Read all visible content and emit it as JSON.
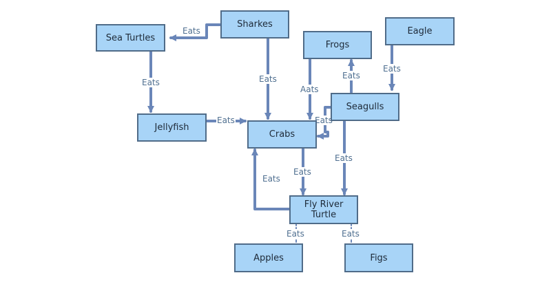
{
  "colors": {
    "node_fill": "#a8d4f7",
    "node_border": "#4f6b88",
    "edge": "#6a86b8",
    "label_text": "#4f6f90"
  },
  "nodes": {
    "sharkes": "Sharkes",
    "sea_turtles": "Sea Turtles",
    "frogs": "Frogs",
    "eagle": "Eagle",
    "seagulls": "Seagulls",
    "jellyfish": "Jellyfish",
    "crabs": "Crabs",
    "fly_river_turtle": "Fly River Turtle",
    "apples": "Apples",
    "figs": "Figs"
  },
  "edges": [
    {
      "from": "Sharkes",
      "to": "Sea Turtles",
      "label": "Eats"
    },
    {
      "from": "Sea Turtles",
      "to": "Jellyfish",
      "label": "Eats"
    },
    {
      "from": "Sharkes",
      "to": "Crabs",
      "label": "Eats"
    },
    {
      "from": "Frogs",
      "to": "Crabs",
      "label": "Aats"
    },
    {
      "from": "Seagulls",
      "to": "Frogs",
      "label": "Eats"
    },
    {
      "from": "Eagle",
      "to": "Seagulls",
      "label": "Eats"
    },
    {
      "from": "Jellyfish",
      "to": "Crabs",
      "label": "Eats"
    },
    {
      "from": "Seagulls",
      "to": "Crabs",
      "label": "Eats"
    },
    {
      "from": "Seagulls",
      "to": "Fly River Turtle",
      "label": "Eats"
    },
    {
      "from": "Crabs",
      "to": "Fly River Turtle",
      "label": "Eats"
    },
    {
      "from": "Fly River Turtle",
      "to": "Crabs",
      "label": "Eats"
    },
    {
      "from": "Fly River Turtle",
      "to": "Apples",
      "label": "Eats"
    },
    {
      "from": "Fly River Turtle",
      "to": "Figs",
      "label": "Eats"
    }
  ]
}
